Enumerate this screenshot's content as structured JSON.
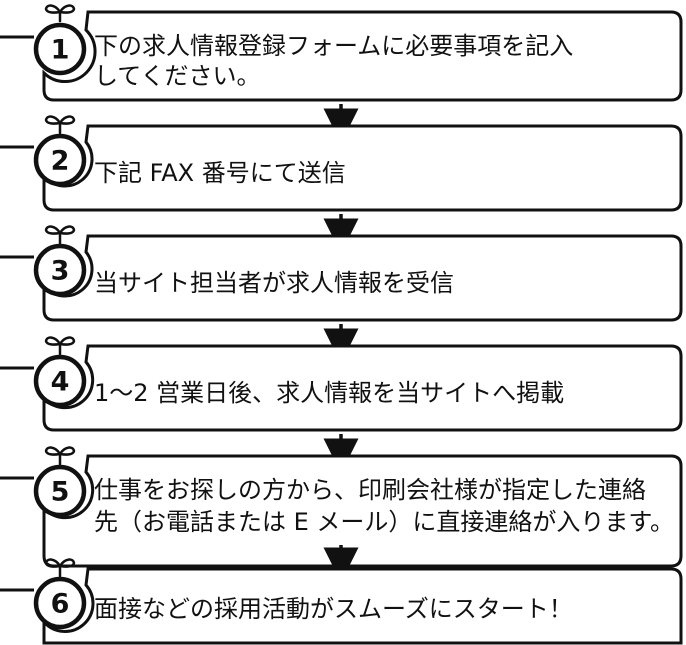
{
  "steps": [
    {
      "number": "1",
      "lines": [
        "下の求人情報登録フォームに必要事項を記入",
        "してください。"
      ]
    },
    {
      "number": "2",
      "lines": [
        "下記 FAX 番号にて送信"
      ]
    },
    {
      "number": "3",
      "lines": [
        "当サイト担当者が求人情報を受信"
      ]
    },
    {
      "number": "4",
      "lines": [
        "1～2 営業日後、求人情報を当サイトへ掲載"
      ]
    },
    {
      "number": "5",
      "lines": [
        "仕事をお探しの方から、印刷会社様が指定した連絡",
        "先（お電話または E メール）に直接連絡が入ります。"
      ]
    },
    {
      "number": "6",
      "lines": [
        "面接などの採用活動がスムーズにスタート！"
      ]
    }
  ]
}
